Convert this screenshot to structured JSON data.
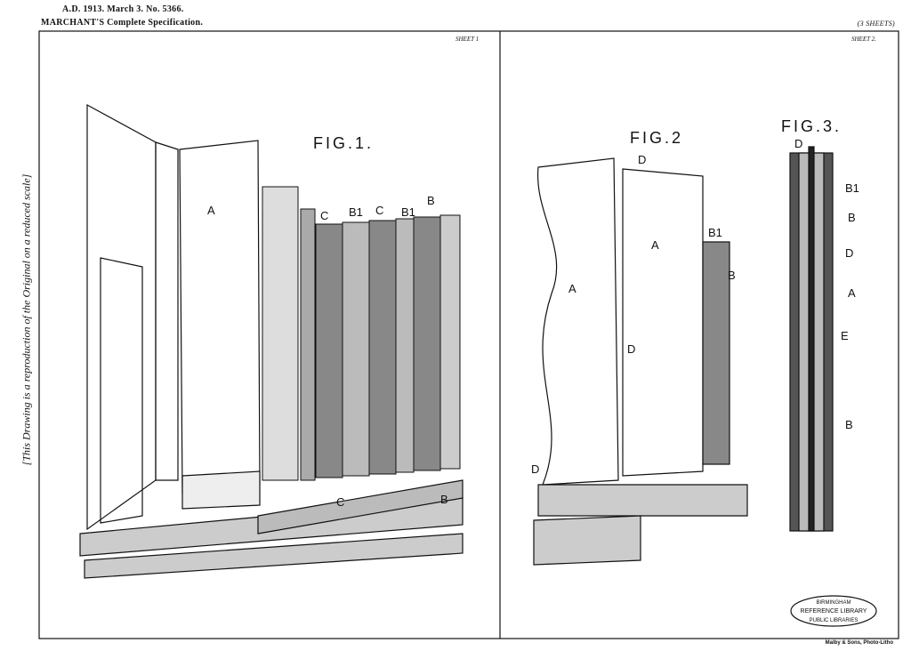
{
  "header": {
    "line1": "A.D. 1913. March 3. No. 5366.",
    "line2": "MARCHANT'S Complete Specification.",
    "sheets": "(3 SHEETS)"
  },
  "sheet_labels": [
    "SHEET 1",
    "SHEET 2."
  ],
  "side_note": "[This Drawing is a reproduction of the Original on a reduced scale]",
  "credit": "Malby & Sons, Photo-Litho",
  "stamp": {
    "top": "BIRMINGHAM",
    "middle": "REFERENCE LIBRARY",
    "bottom": "PUBLIC LIBRARIES"
  },
  "figures": {
    "fig1": {
      "title": "FIG.1.",
      "labels": [
        "A",
        "C",
        "B1",
        "C",
        "B1",
        "B",
        "C",
        "B"
      ]
    },
    "fig2": {
      "title": "FIG.2",
      "labels": [
        "D",
        "B1",
        "A",
        "B",
        "A",
        "D",
        "D"
      ]
    },
    "fig3": {
      "title": "FIG.3.",
      "labels": [
        "D",
        "B1",
        "B",
        "D",
        "A",
        "E",
        "B"
      ]
    }
  }
}
